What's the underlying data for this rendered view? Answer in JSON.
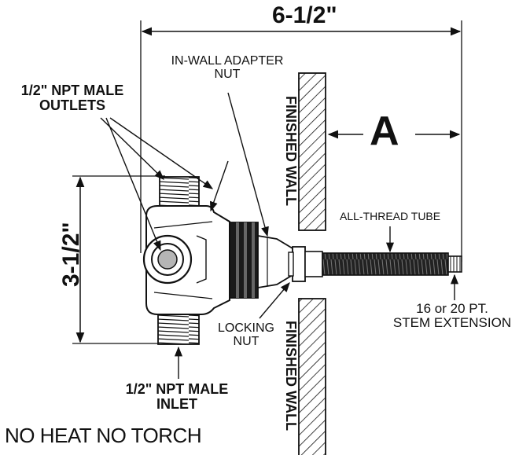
{
  "labels": {
    "width_dim": "6-1/2\"",
    "height_dim": "3-1/2\"",
    "a_dim": "A",
    "outlets_line1": "1/2\" NPT MALE",
    "outlets_line2": "OUTLETS",
    "adapter_line1": "IN-WALL ADAPTER",
    "adapter_line2": "NUT",
    "finished_wall_top": "FINISHED WALL",
    "finished_wall_bottom": "FINISHED WALL",
    "all_thread": "ALL-THREAD TUBE",
    "stem_line1": "16 or 20 PT.",
    "stem_line2": "STEM EXTENSION",
    "locking_line1": "LOCKING",
    "locking_line2": "NUT",
    "inlet_line1": "1/2\" NPT MALE",
    "inlet_line2": "INLET",
    "warning": "NO HEAT NO TORCH"
  }
}
